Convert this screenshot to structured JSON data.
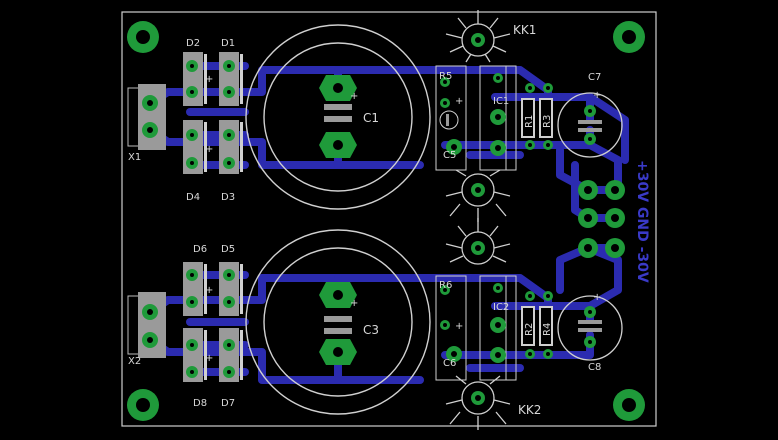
{
  "colors": {
    "background": "#000000",
    "trace": "#2b2bb0",
    "pad": "#1f9a3a",
    "silk": "#d0d0d0",
    "part": "#9a9a9a",
    "hole": "#000000"
  },
  "labels": {
    "x1": "X1",
    "x2": "X2",
    "d1": "D1",
    "d2": "D2",
    "d3": "D3",
    "d4": "D4",
    "d5": "D5",
    "d6": "D6",
    "d7": "D7",
    "d8": "D8",
    "c1": "C1",
    "c3": "C3",
    "r5": "R5",
    "r6": "R6",
    "c5": "C5",
    "c6": "C6",
    "ic1": "IC1",
    "ic2": "IC2",
    "c7": "C7",
    "c8": "C8",
    "kk1": "KK1",
    "kk2": "KK2",
    "r1": "R1",
    "r2": "R2",
    "r3": "R3",
    "r4": "R4",
    "plus": "+",
    "output_legend": "+30V GND -30V"
  }
}
